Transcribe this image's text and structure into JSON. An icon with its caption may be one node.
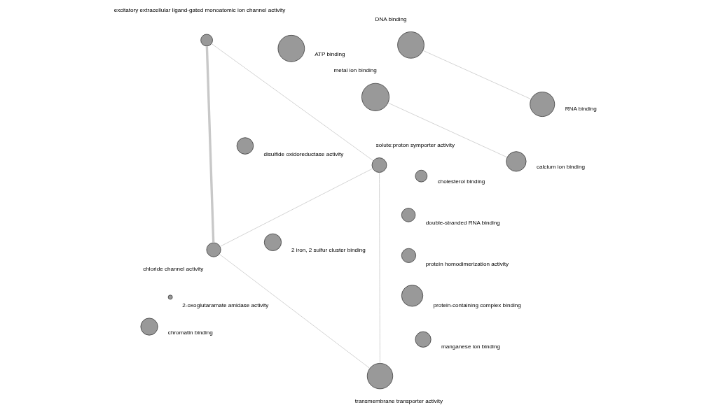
{
  "diagram": {
    "nodes": [
      {
        "text": [],
        "shape": "circle",
        "beside": [
          "excitatory extracellular ligand-gated monoatomic ion channel activity"
        ]
      },
      {
        "text": [],
        "shape": "circle",
        "beside": [
          "RNA binding"
        ]
      },
      {
        "text": [],
        "shape": "circle",
        "beside": [
          "2 iron, 2 sulfur cluster binding"
        ]
      },
      {
        "text": [],
        "shape": "circle",
        "beside": [
          "chloride channel activity"
        ]
      },
      {
        "text": [],
        "shape": "circle",
        "beside": [
          "cholesterol binding"
        ]
      },
      {
        "text": [],
        "shape": "circle",
        "beside": [
          "DNA binding"
        ]
      },
      {
        "text": [],
        "shape": "circle",
        "beside": [
          "solute:proton symporter activity"
        ]
      },
      {
        "text": [],
        "shape": "circle",
        "beside": [
          "transmembrane transporter activity"
        ]
      },
      {
        "text": [],
        "shape": "circle",
        "beside": [
          "chromatin binding"
        ]
      },
      {
        "text": [],
        "shape": "circle",
        "beside": [
          "ATP binding"
        ]
      },
      {
        "text": [],
        "shape": "circle",
        "beside": [
          "protein-containing complex binding"
        ]
      },
      {
        "text": [],
        "shape": "circle",
        "beside": [
          "calcium ion binding"
        ]
      },
      {
        "text": [],
        "shape": "circle",
        "beside": [
          "double-stranded RNA binding"
        ]
      },
      {
        "text": [],
        "shape": "circle",
        "beside": [
          "metal ion binding"
        ]
      },
      {
        "text": [],
        "shape": "circle",
        "beside": [
          "protein homodimerization activity"
        ]
      },
      {
        "text": [],
        "shape": "circle",
        "beside": [
          "2-oxoglutaramate amidase activity"
        ]
      },
      {
        "text": [],
        "shape": "circle",
        "beside": [
          "manganese ion binding"
        ]
      },
      {
        "text": [],
        "shape": "circle",
        "beside": [
          "disulfide oxidoreductase activity"
        ]
      }
    ],
    "edges": [
      {
        "from": 3,
        "to": 0,
        "arrow": "none",
        "style": "thick"
      },
      {
        "from": 0,
        "to": 6,
        "arrow": "none"
      },
      {
        "from": 3,
        "to": 6,
        "arrow": "none"
      },
      {
        "from": 3,
        "to": 7,
        "arrow": "none"
      },
      {
        "from": 7,
        "to": 6,
        "arrow": "none"
      },
      {
        "from": 1,
        "to": 5,
        "arrow": "none"
      },
      {
        "from": 11,
        "to": 13,
        "arrow": "none"
      }
    ]
  }
}
